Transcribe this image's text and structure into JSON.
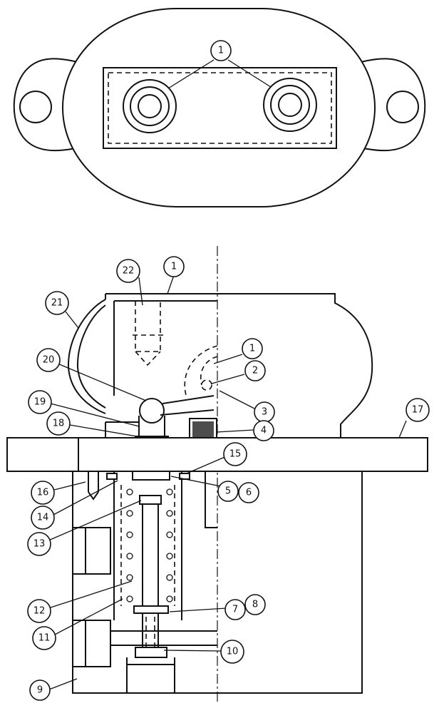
{
  "callouts": [
    {
      "id": "c1-top",
      "label": "1"
    },
    {
      "id": "c22",
      "label": "22"
    },
    {
      "id": "c1-a",
      "label": "1"
    },
    {
      "id": "c21",
      "label": "21"
    },
    {
      "id": "c1-b",
      "label": "1"
    },
    {
      "id": "c2",
      "label": "2"
    },
    {
      "id": "c20",
      "label": "20"
    },
    {
      "id": "c3",
      "label": "3"
    },
    {
      "id": "c19",
      "label": "19"
    },
    {
      "id": "c17",
      "label": "17"
    },
    {
      "id": "c18",
      "label": "18"
    },
    {
      "id": "c4",
      "label": "4"
    },
    {
      "id": "c15",
      "label": "15"
    },
    {
      "id": "c16",
      "label": "16"
    },
    {
      "id": "c5",
      "label": "5"
    },
    {
      "id": "c6",
      "label": "6"
    },
    {
      "id": "c14",
      "label": "14"
    },
    {
      "id": "c13",
      "label": "13"
    },
    {
      "id": "c7",
      "label": "7"
    },
    {
      "id": "c8",
      "label": "8"
    },
    {
      "id": "c12",
      "label": "12"
    },
    {
      "id": "c11",
      "label": "11"
    },
    {
      "id": "c10",
      "label": "10"
    },
    {
      "id": "c9",
      "label": "9"
    }
  ]
}
